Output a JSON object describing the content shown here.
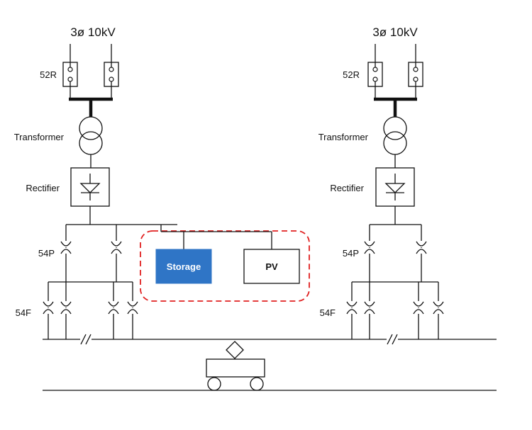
{
  "source": {
    "left": "3ø 10kV",
    "right": "3ø 10kV"
  },
  "labels": {
    "breaker_52R": "52R",
    "transformer": "Transformer",
    "rectifier": "Rectifier",
    "breaker_54P": "54P",
    "breaker_54F": "54F"
  },
  "der": {
    "storage": "Storage",
    "pv": "PV"
  },
  "colors": {
    "storage_fill": "#2f75c6",
    "der_border": "#e02020",
    "line": "#111111"
  }
}
